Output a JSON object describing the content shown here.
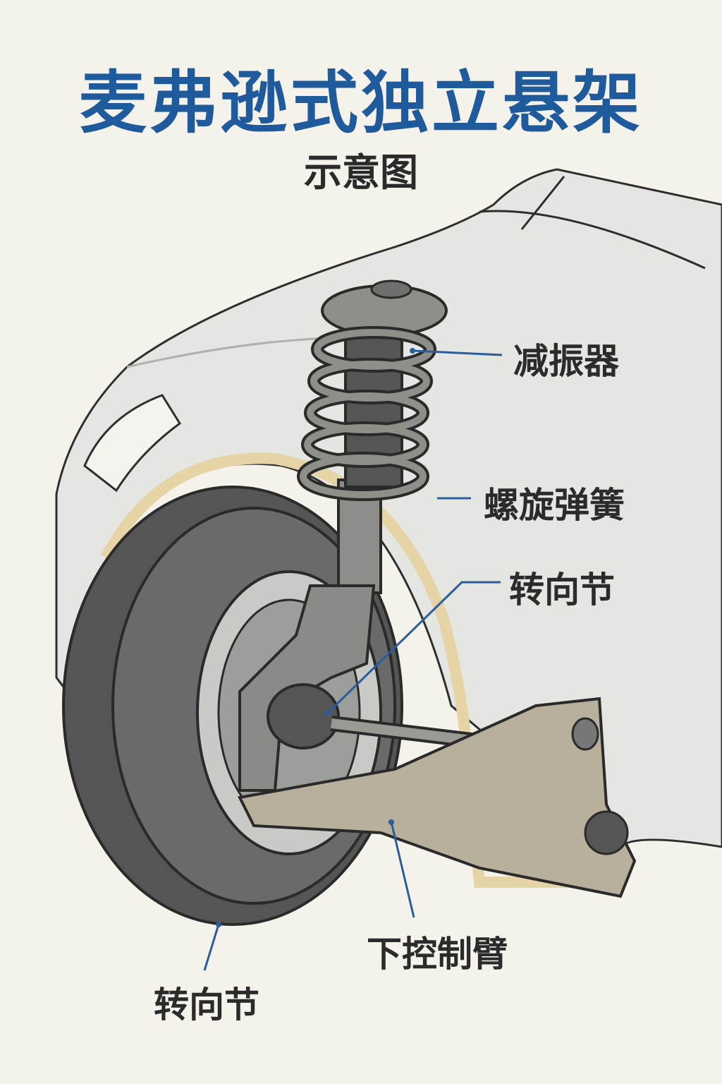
{
  "title": "麦弗逊式独立悬架",
  "subtitle": "示意图",
  "labels": {
    "shock_absorber": "减振器",
    "coil_spring": "螺旋弹簧",
    "steering_knuckle_upper": "转向节",
    "lower_control_arm": "下控制臂",
    "steering_knuckle_lower": "转向节"
  },
  "colors": {
    "title": "#1f5a9c",
    "leader_line": "#2a5d9a",
    "background": "#f4f2ea"
  }
}
